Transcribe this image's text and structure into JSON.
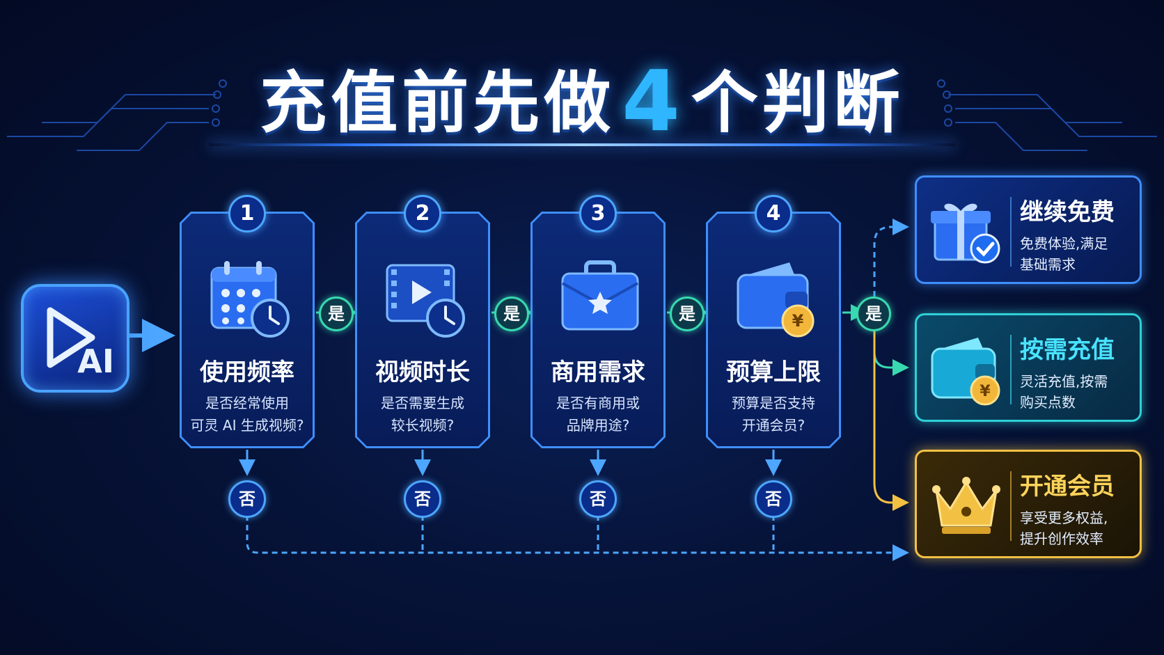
{
  "title": {
    "prefix": "充值前先做",
    "number": "4",
    "suffix": "个判断"
  },
  "logo": {
    "text": "AI",
    "icon": "play-icon"
  },
  "steps": [
    {
      "number": "1",
      "title": "使用频率",
      "desc_line1": "是否经常使用",
      "desc_line2": "可灵 AI 生成视频?",
      "icon": "calendar-clock-icon"
    },
    {
      "number": "2",
      "title": "视频时长",
      "desc_line1": "是否需要生成",
      "desc_line2": "较长视频?",
      "icon": "video-clock-icon"
    },
    {
      "number": "3",
      "title": "商用需求",
      "desc_line1": "是否有商用或",
      "desc_line2": "品牌用途?",
      "icon": "briefcase-star-icon"
    },
    {
      "number": "4",
      "title": "预算上限",
      "desc_line1": "预算是否支持",
      "desc_line2": "开通会员?",
      "icon": "wallet-yen-icon"
    }
  ],
  "yes_label": "是",
  "no_label": "否",
  "outcomes": [
    {
      "title": "继续免费",
      "desc_line1": "免费体验,满足",
      "desc_line2": "基础需求",
      "icon": "gift-check-icon",
      "color": "#3f8fff"
    },
    {
      "title": "按需充值",
      "desc_line1": "灵活充值,按需",
      "desc_line2": "购买点数",
      "icon": "wallet-yen-icon",
      "color": "#2fd0d6"
    },
    {
      "title": "开通会员",
      "desc_line1": "享受更多权益,",
      "desc_line2": "提升创作效率",
      "icon": "crown-icon",
      "color": "#f2c144"
    }
  ]
}
